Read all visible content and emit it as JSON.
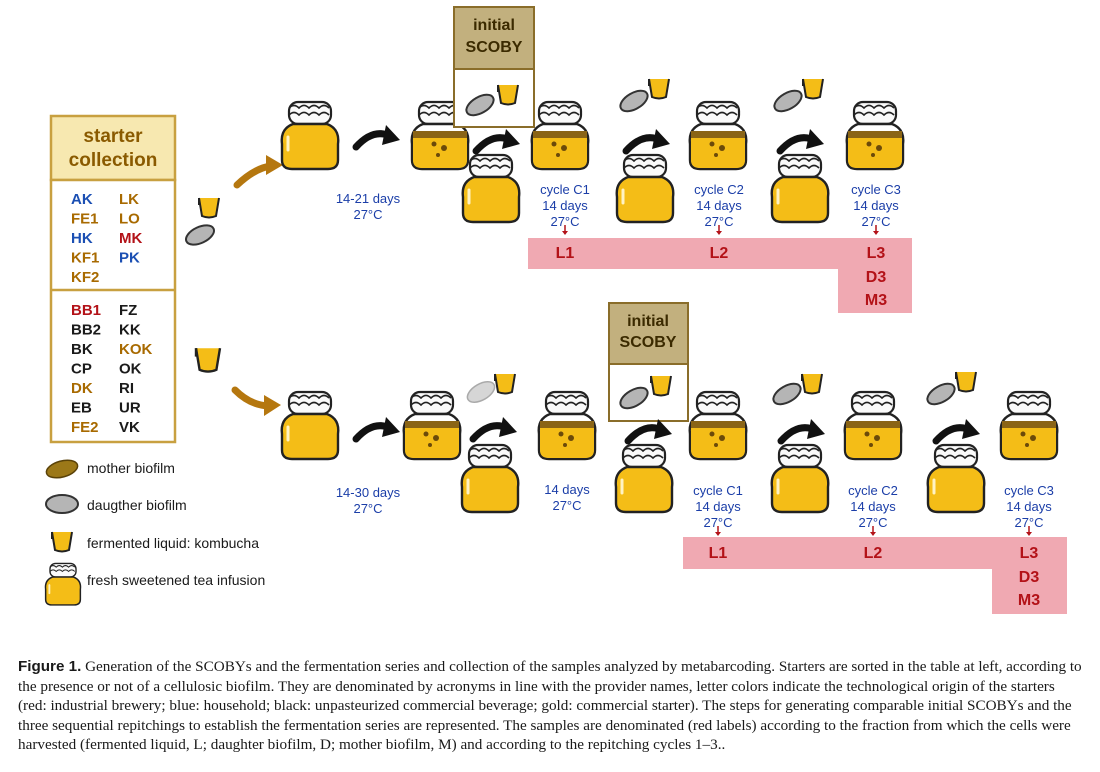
{
  "starter_table": {
    "title_line1": "starter",
    "title_line2": "collection",
    "group1": [
      {
        "code": "AK",
        "color": "#1b4fb3"
      },
      {
        "code": "LK",
        "color": "#a86a00"
      },
      {
        "code": "FE1",
        "color": "#a86a00"
      },
      {
        "code": "LO",
        "color": "#a86a00"
      },
      {
        "code": "HK",
        "color": "#1b4fb3"
      },
      {
        "code": "MK",
        "color": "#b31218"
      },
      {
        "code": "KF1",
        "color": "#a86a00"
      },
      {
        "code": "PK",
        "color": "#1b4fb3"
      },
      {
        "code": "KF2",
        "color": "#a86a00"
      }
    ],
    "group2": [
      {
        "code": "BB1",
        "color": "#b31218"
      },
      {
        "code": "FZ",
        "color": "#1a1a1a"
      },
      {
        "code": "BB2",
        "color": "#1a1a1a"
      },
      {
        "code": "KK",
        "color": "#1a1a1a"
      },
      {
        "code": "BK",
        "color": "#1a1a1a"
      },
      {
        "code": "KOK",
        "color": "#a86a00"
      },
      {
        "code": "CP",
        "color": "#1a1a1a"
      },
      {
        "code": "OK",
        "color": "#1a1a1a"
      },
      {
        "code": "DK",
        "color": "#a86a00"
      },
      {
        "code": "RI",
        "color": "#1a1a1a"
      },
      {
        "code": "EB",
        "color": "#1a1a1a"
      },
      {
        "code": "UR",
        "color": "#1a1a1a"
      },
      {
        "code": "FE2",
        "color": "#a86a00"
      },
      {
        "code": "VK",
        "color": "#1a1a1a"
      }
    ]
  },
  "legend": {
    "mother": "mother biofilm",
    "daughter": "daugther biofilm",
    "liquid": "fermented liquid: kombucha",
    "fresh": "fresh sweetened tea infusion"
  },
  "top_row": {
    "scoby_line1": "initial",
    "scoby_line2": "SCOBY",
    "init_days": "14-21 days",
    "init_temp": "27°C",
    "cycles": [
      {
        "name": "cycle C1",
        "days": "14 days",
        "temp": "27°C"
      },
      {
        "name": "cycle C2",
        "days": "14 days",
        "temp": "27°C"
      },
      {
        "name": "cycle C3",
        "days": "14 days",
        "temp": "27°C"
      }
    ],
    "labels": [
      "L1",
      "L2",
      "L3",
      "D3",
      "M3"
    ]
  },
  "bottom_row": {
    "scoby_line1": "initial",
    "scoby_line2": "SCOBY",
    "init_days": "14-30 days",
    "init_temp": "27°C",
    "mid_days": "14 days",
    "mid_temp": "27°C",
    "cycles": [
      {
        "name": "cycle C1",
        "days": "14 days",
        "temp": "27°C"
      },
      {
        "name": "cycle C2",
        "days": "14 days",
        "temp": "27°C"
      },
      {
        "name": "cycle C3",
        "days": "14 days",
        "temp": "27°C"
      }
    ],
    "labels": [
      "L1",
      "L2",
      "L3",
      "D3",
      "M3"
    ]
  },
  "caption": {
    "label": "Figure 1.",
    "text": " Generation of the SCOBYs and the fermentation series and collection of the samples analyzed by metabarcoding. Starters are sorted in the table at left, according to the presence or not of a cellulosic biofilm. They are denominated by acronyms in line with the provider names, letter colors indicate the technological origin of the starters (red: industrial brewery; blue: household; black: unpasteurized commercial beverage; gold: commercial starter). The steps for generating comparable initial SCOBYs and the three sequential repitchings to establish the fermentation series are represented. The samples are denominated (red labels) according to the fraction from which the cells were harvested (fermented liquid, L; daughter biofilm, D; mother biofilm, M) and according to the repitching cycles 1–3.."
  },
  "colors": {
    "table_border": "#c8a040",
    "table_header_bg": "#f7e8b0",
    "scoby_header_bg": "#c2b07e",
    "scoby_border": "#8a6d2a",
    "tea_liquid": "#f4bd17",
    "sample_band": "#f0a9b2",
    "gold_arrow": "#b5770f",
    "mother_biofilm": "#9c7818",
    "daughter_biofilm": "#b5b5b5"
  }
}
